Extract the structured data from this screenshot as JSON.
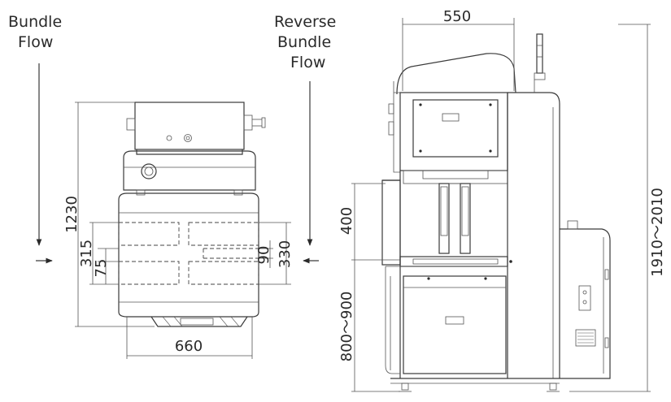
{
  "flow_labels": {
    "bundle_flow_line1": "Bundle",
    "bundle_flow_line2": "Flow",
    "reverse_line1": "Reverse",
    "reverse_line2": "Bundle",
    "reverse_line3": "Flow"
  },
  "top_view_dimensions": {
    "length": "1230",
    "width": "660",
    "bundle_315": "315",
    "bundle_75": "75",
    "bundle_90": "90",
    "bundle_330": "330"
  },
  "front_view_dimensions": {
    "width": "550",
    "total_height": "1910～2010",
    "table_height": "800～900",
    "opening": "400"
  },
  "colors": {
    "line": "#3a3a3a",
    "text": "#2a2a2a",
    "background": "#ffffff"
  }
}
